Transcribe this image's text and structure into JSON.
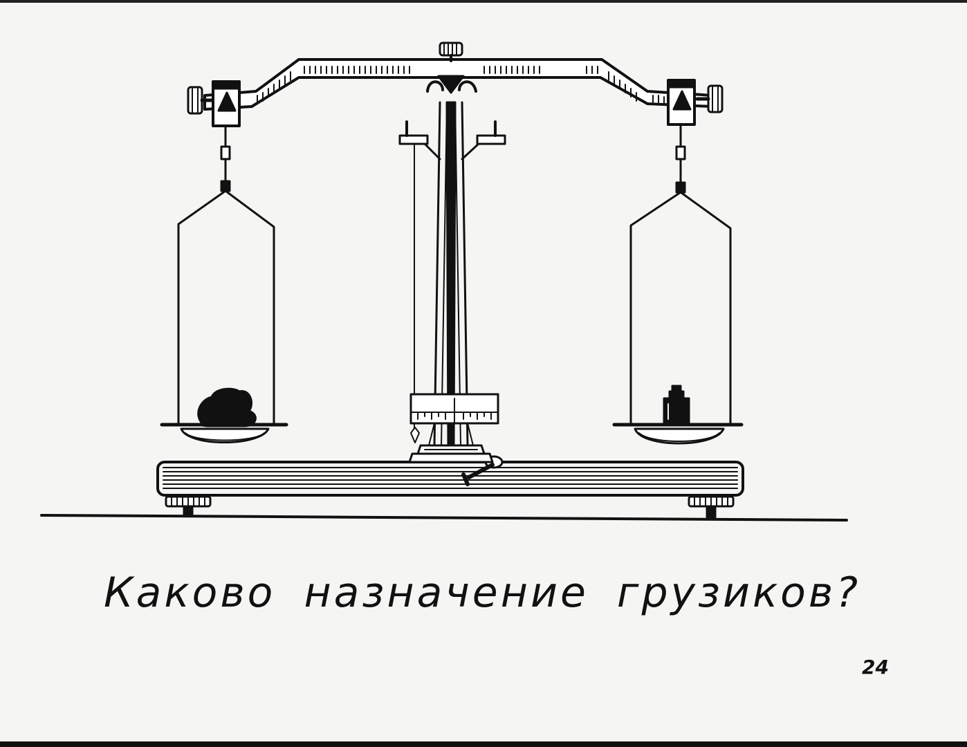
{
  "slide": {
    "question": "Каково назначение грузиков?",
    "frame_number": "24"
  },
  "illustration": {
    "subject": "beam-balance",
    "left_pan_load": "lumps",
    "right_pan_load": "weight"
  }
}
